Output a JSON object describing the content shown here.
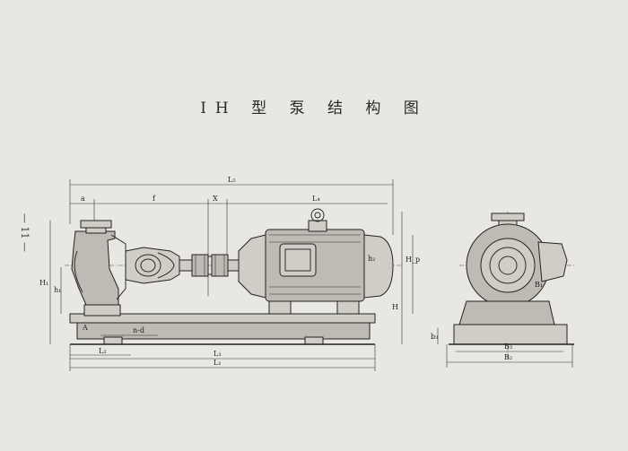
{
  "title": "IH 型 泵 结 构 图",
  "page_marker": "— 11 —",
  "dimension_labels": {
    "L5": "L₅",
    "a": "a",
    "f": "f",
    "X": "X",
    "L4": "L₄",
    "h2": "h₂",
    "H1": "H₁",
    "h1": "h₁",
    "H": "H",
    "Hp": "H_p",
    "A": "A",
    "nd": "n-d",
    "L2": "L₂",
    "L3": "L₃",
    "L1": "L₁",
    "b3": "b₃",
    "B1": "B₁",
    "B3": "B₃",
    "B2": "B₂"
  }
}
